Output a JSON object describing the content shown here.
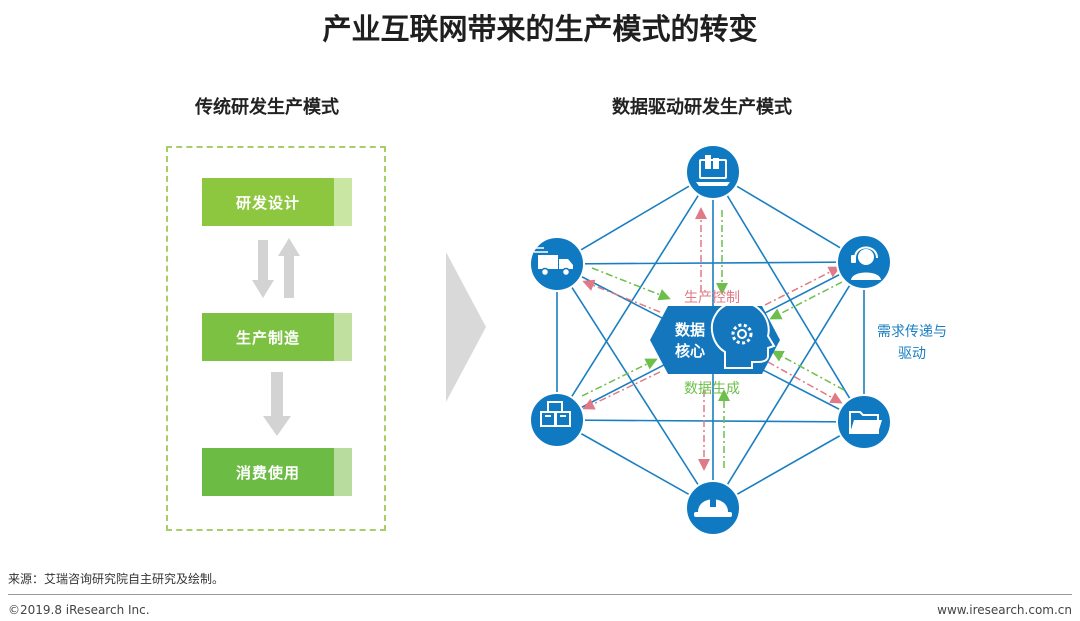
{
  "title": "产业互联网带来的生产模式的转变",
  "left": {
    "heading": "传统研发生产模式",
    "stages": [
      "研发设计",
      "生产制造",
      "消费使用"
    ]
  },
  "right": {
    "heading": "数据驱动研发生产模式",
    "core_line1": "数据",
    "core_line2": "核心",
    "label_control": "生产控制",
    "label_generate": "数据生成",
    "label_demand_line1": "需求传递与",
    "label_demand_line2": "驱动",
    "nodes": [
      {
        "name": "computer-icon"
      },
      {
        "name": "customer-service-icon"
      },
      {
        "name": "folder-icon"
      },
      {
        "name": "helmet-icon"
      },
      {
        "name": "boxes-icon"
      },
      {
        "name": "truck-icon"
      }
    ]
  },
  "footer": {
    "source": "来源：艾瑞咨询研究院自主研究及绘制。",
    "copyright": "©2019.8 iResearch Inc.",
    "website": "www.iresearch.com.cn"
  },
  "colors": {
    "node_blue": "#0f7ac2",
    "line_blue": "#1a7fc0",
    "arrow_red": "#e07a86",
    "arrow_green": "#6cbf4a",
    "stage_green": "#8dc63f"
  }
}
